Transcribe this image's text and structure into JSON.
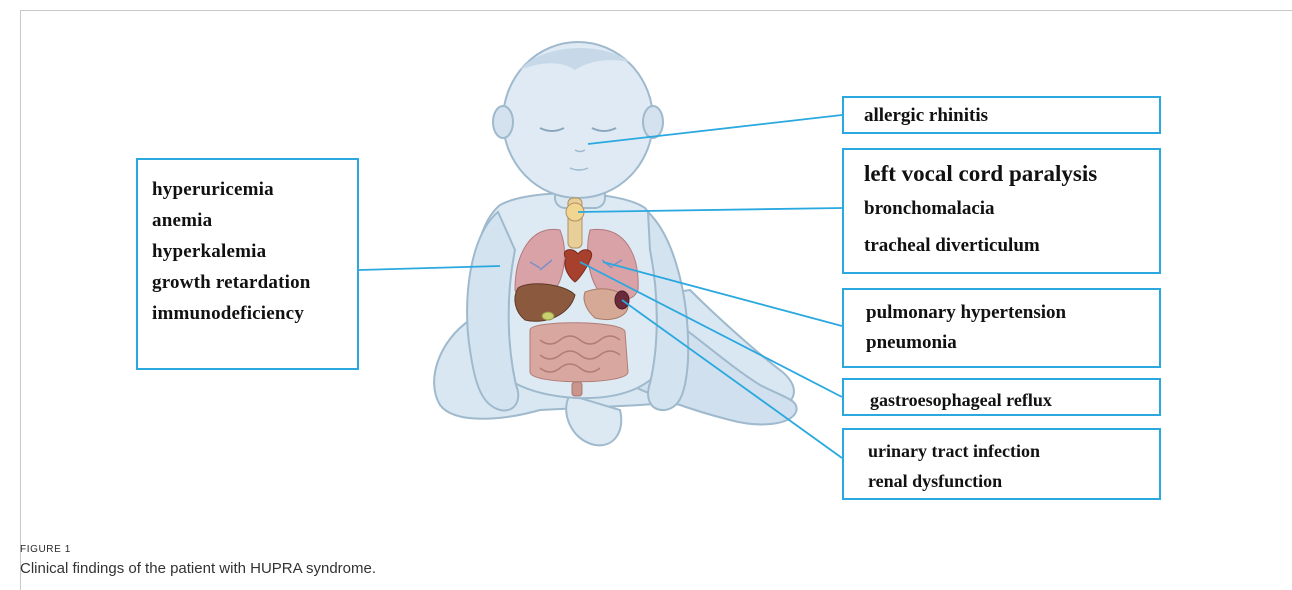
{
  "figure": {
    "label": "FIGURE 1",
    "caption": "Clinical findings of the patient with HUPRA syndrome."
  },
  "boxes": {
    "left": [
      "hyperuricemia",
      "anemia",
      "hyperkalemia",
      "growth retardation",
      "immunodeficiency"
    ],
    "allergic": [
      "allergic rhinitis"
    ],
    "airway": [
      "left vocal cord paralysis",
      "bronchomalacia",
      "tracheal diverticulum"
    ],
    "pulmonary": [
      "pulmonary hypertension",
      "pneumonia"
    ],
    "gerd": [
      "gastroesophageal reflux"
    ],
    "renal": [
      "urinary tract infection",
      "renal dysfunction"
    ]
  },
  "colors": {
    "connector": "#2aa8e0",
    "skin": "#d9e7f2",
    "skin_outline": "#9fb9cd"
  },
  "illustration": {
    "subject": "infant-body-with-organs-icon"
  }
}
